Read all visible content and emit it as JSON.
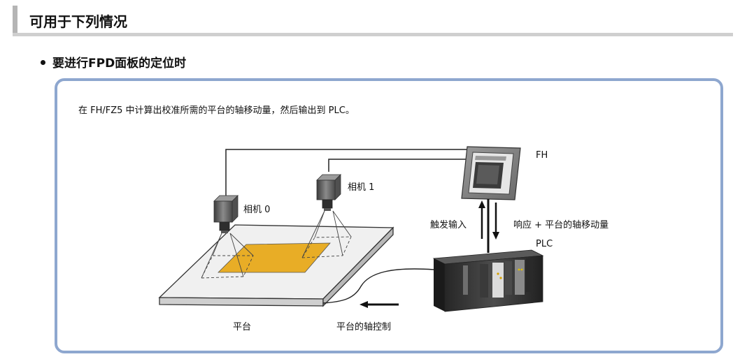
{
  "header": {
    "title": "可用于下列情况"
  },
  "subheading": "要进行FPD面板的定位时",
  "description": "在 FH/FZ5 中计算出校准所需的平台的轴移动量，然后输出到 PLC。",
  "labels": {
    "fh": "FH",
    "camera0": "相机 0",
    "camera1": "相机 1",
    "trigger": "触发输入",
    "response": "响应 + 平台的轴移动量",
    "plc": "PLC",
    "stage": "平台",
    "axis_control": "平台的轴控制"
  },
  "colors": {
    "panel_border": "#8ea7cf",
    "workpiece": "#e8ad26",
    "header_bar": "#b5b5b5"
  }
}
